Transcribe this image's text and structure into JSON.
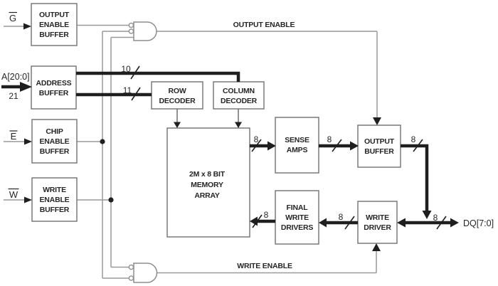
{
  "pins": {
    "g": "G",
    "a": "A[20:0]",
    "a_width": "21",
    "e": "E",
    "w": "W",
    "dq": "DQ[7:0]"
  },
  "nets": {
    "output_enable": "OUTPUT ENABLE",
    "write_enable": "WRITE ENABLE"
  },
  "bus_widths": {
    "col": "10",
    "row": "11",
    "data": "8"
  },
  "blocks": {
    "output_enable_buffer": {
      "lines": [
        "OUTPUT",
        "ENABLE",
        "BUFFER"
      ]
    },
    "address_buffer": {
      "lines": [
        "ADDRESS",
        "BUFFER"
      ]
    },
    "chip_enable_buffer": {
      "lines": [
        "CHIP",
        "ENABLE",
        "BUFFER"
      ]
    },
    "write_enable_buffer": {
      "lines": [
        "WRITE",
        "ENABLE",
        "BUFFER"
      ]
    },
    "row_decoder": {
      "lines": [
        "ROW",
        "DECODER"
      ]
    },
    "column_decoder": {
      "lines": [
        "COLUMN",
        "DECODER"
      ]
    },
    "memory_array": {
      "lines": [
        "2M x 8 BIT",
        "MEMORY",
        "ARRAY"
      ]
    },
    "sense_amps": {
      "lines": [
        "SENSE",
        "AMPS"
      ]
    },
    "final_write_drivers": {
      "lines": [
        "FINAL",
        "WRITE",
        "DRIVERS"
      ]
    },
    "output_buffer": {
      "lines": [
        "OUTPUT",
        "BUFFER"
      ]
    },
    "write_driver": {
      "lines": [
        "WRITE",
        "DRIVER"
      ]
    }
  },
  "colors": {
    "bus": "#1f1f1f",
    "signal_line": "#999999",
    "box_border": "#707070",
    "text": "#262626"
  }
}
